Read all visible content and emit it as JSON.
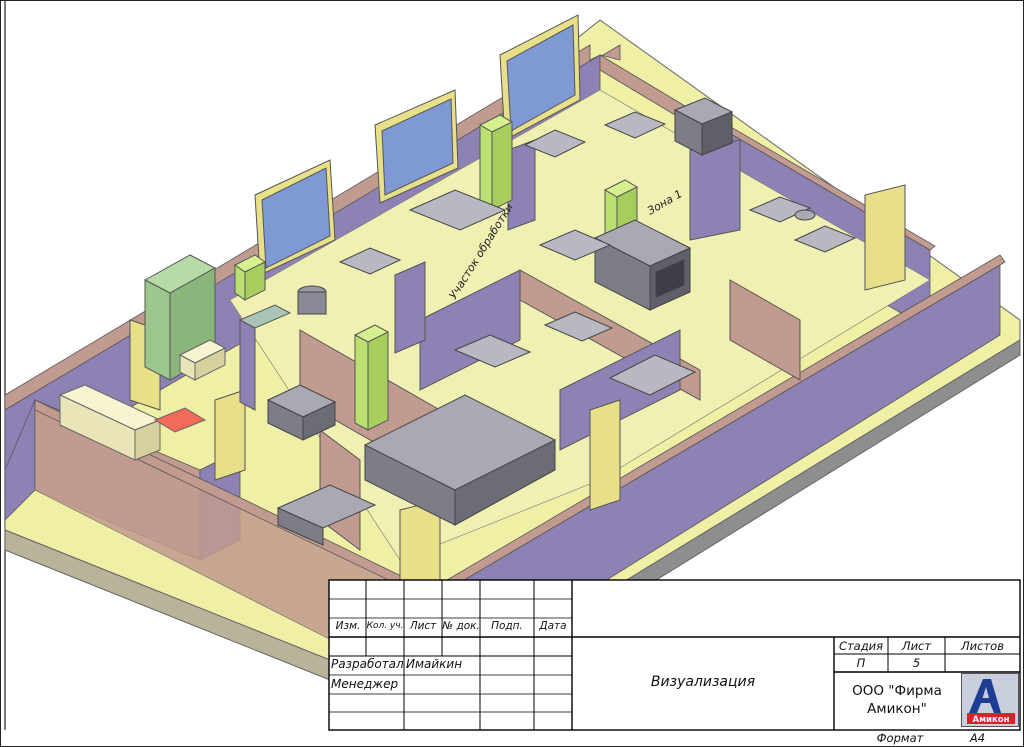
{
  "drawing": {
    "zone_labels": {
      "zone_1": "Зона 1",
      "zone_2": "Участок обработки"
    }
  },
  "stamp": {
    "headers": {
      "izm": "Изм.",
      "kol_uch": "Кол. уч.",
      "list": "Лист",
      "no_dok": "№ док.",
      "podp": "Подп.",
      "data": "Дата"
    },
    "roles": {
      "developed_label": "Разработал",
      "developed_name": "Имайкин",
      "manager_label": "Менеджер"
    },
    "title": "Визуализация",
    "stage_headers": {
      "stage": "Стадия",
      "sheet": "Лист",
      "sheets": "Листов"
    },
    "stage_values": {
      "stage": "П",
      "sheet": "5",
      "sheets": ""
    },
    "company_line1": "ООО \"Фирма",
    "company_line2": "Амикон\"",
    "format_label": "Формат",
    "format_value": "А4",
    "logo": {
      "icon": "amikon-logo",
      "text": "Амикон",
      "colors": {
        "blue": "#1c3f95",
        "red": "#d8232a"
      }
    }
  },
  "palette": {
    "floor": "#efefa6",
    "wall_side": "#8e82b5",
    "wall_top": "#c19b8f",
    "window": "#7f99d4",
    "equipment": "#8a8a96",
    "fridge_green": "#9cc78c",
    "fridge_lime": "#bcdf72",
    "fridge_beige": "#eae5b8"
  }
}
